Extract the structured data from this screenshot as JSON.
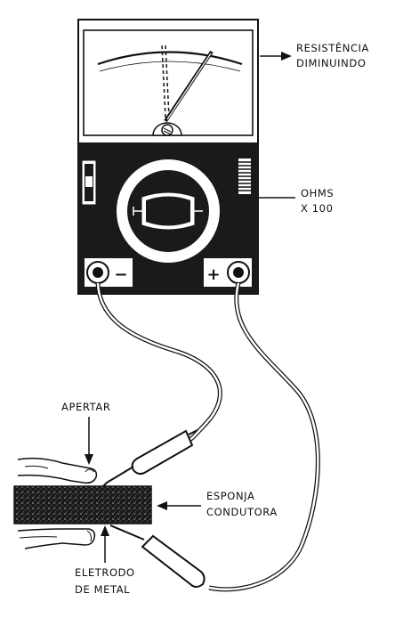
{
  "labels": {
    "resistance_line1": "RESISTÊNCIA",
    "resistance_line2": "DIMINUINDO",
    "ohms_line1": "OHMS",
    "ohms_line2": "X 100",
    "press": "APERTAR",
    "sponge_line1": "ESPONJA",
    "sponge_line2": "CONDUTORA",
    "electrode_line1": "ELETRODO",
    "electrode_line2": "DE METAL"
  },
  "meter": {
    "negative_terminal": "−",
    "positive_terminal": "+"
  }
}
